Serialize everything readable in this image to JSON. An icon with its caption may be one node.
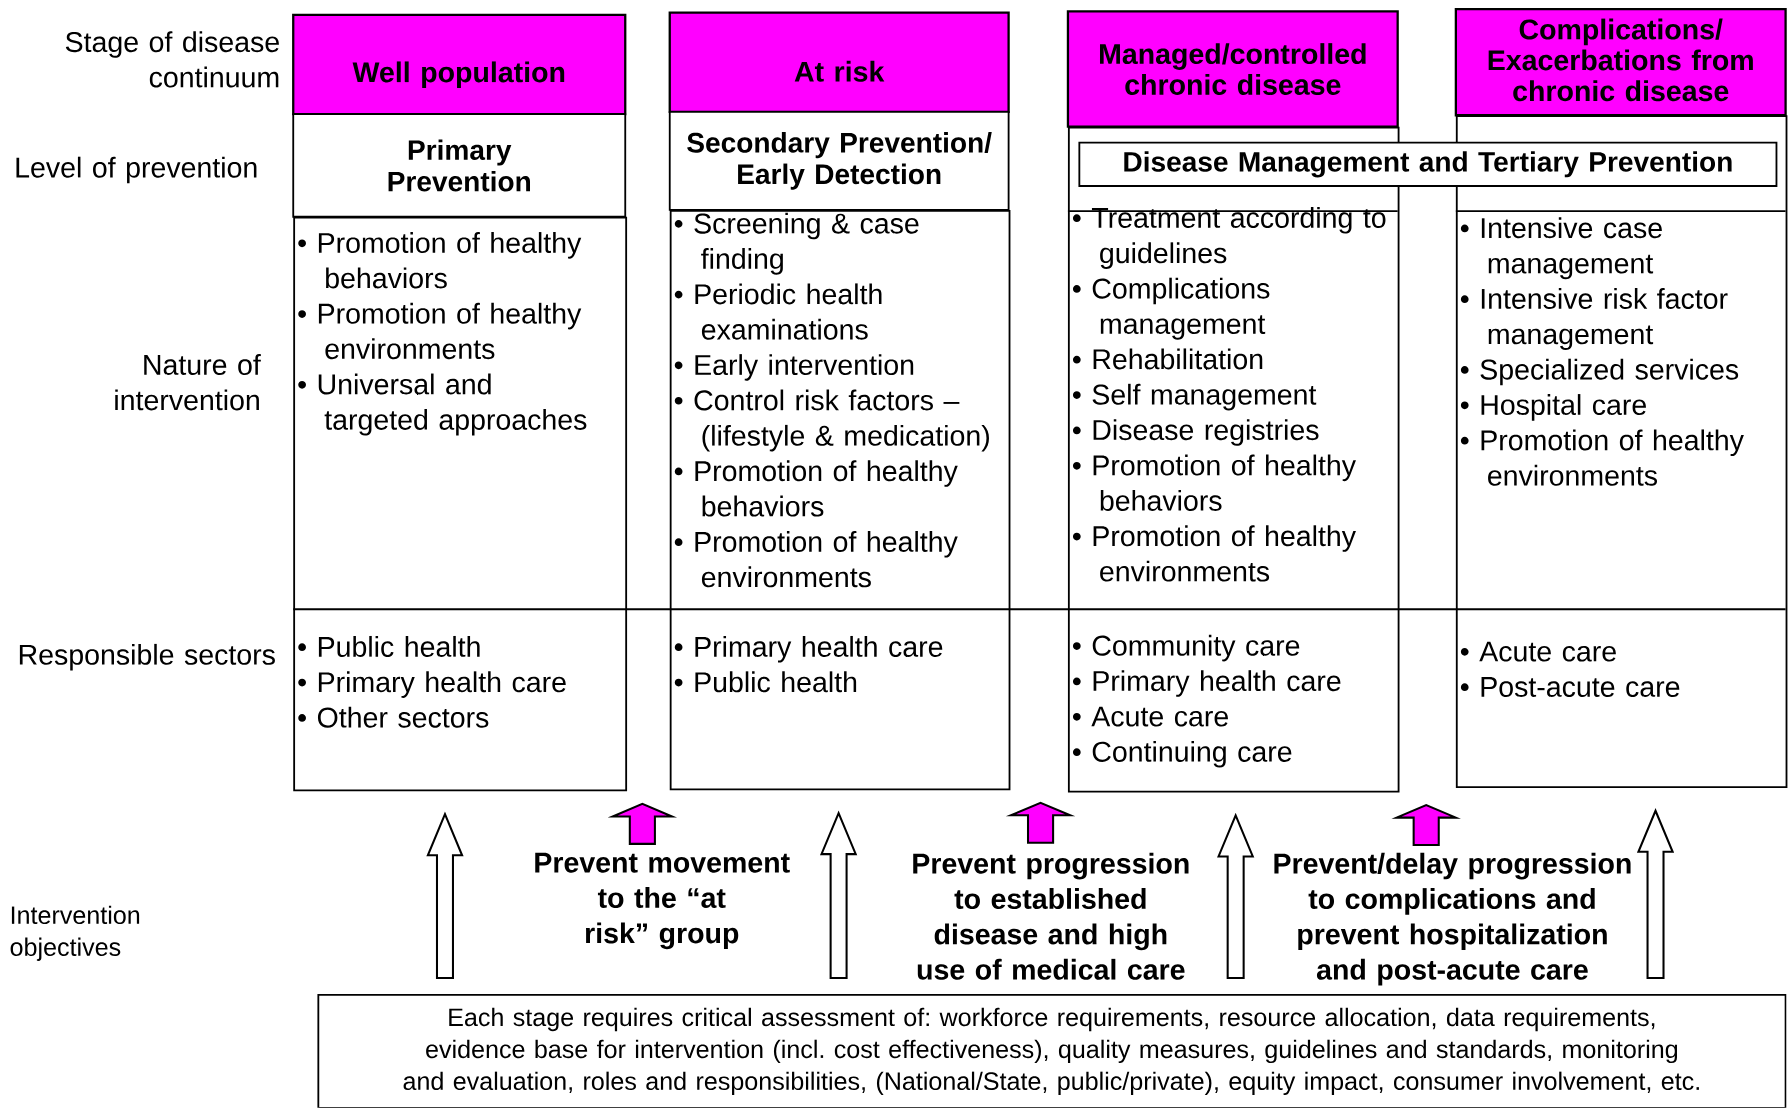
{
  "diagram": {
    "nodes": [
      {
        "text": [
          "Well population"
        ]
      },
      {
        "text": [
          "Primary Prevention"
        ]
      },
      {
        "text": [
          "• Promotion of healthy behaviors",
          "• Promotion of healthy environments",
          "• Universal and targeted approaches",
          "• Public health",
          "• Primary health care",
          "• Other sectors"
        ]
      },
      {
        "text": [
          "At risk"
        ]
      },
      {
        "text": [
          "Secondary Prevention/ Early Detection"
        ]
      },
      {
        "text": [
          "• Screening & case finding",
          "• Periodic health examinations",
          "• Early intervention",
          "• Control risk factors – (lifestyle & medication)",
          "• Promotion of healthy behaviors",
          "• Promotion of healthy environments",
          "• Primary health care",
          "• Public health"
        ]
      },
      {
        "text": [
          "Managed/controlled chronic disease"
        ]
      },
      {
        "text": [
          "Complications/ Exacerbations from chronic disease"
        ]
      },
      {
        "text": [
          "Disease Management and Tertiary Prevention"
        ]
      },
      {
        "text": [
          "• Treatment according to guidelines",
          "• Complications management",
          "• Rehabilitation",
          "• Self management",
          "• Disease registries",
          "• Promotion of healthy behaviors",
          "• Promotion of healthy environments",
          "• Community care",
          "• Primary health care",
          "• Acute care",
          "• Continuing care"
        ]
      },
      {
        "text": [
          "• Intensive case management",
          "• Intensive risk factor management",
          "• Specialized services",
          "• Hospital care",
          "• Promotion of healthy environments",
          "• Acute care",
          "• Post-acute care"
        ]
      },
      {
        "text": [
          "Each stage requires critical assessment of: workforce requirements, resource allocation, data requirements, evidence base for intervention (incl. cost effectiveness), quality measures, guidelines and standards, monitoring and evaluation, roles and responsibilities, (National/State, public/private), equity impact, consumer involvement, etc."
        ]
      }
    ],
    "edges": [
      {
        "from": 11,
        "to": 2,
        "arrow": "to"
      },
      {
        "from": 2,
        "to": 5,
        "arrow": "to",
        "color": "#ff00ff"
      },
      {
        "from": 11,
        "to": 5,
        "arrow": "to"
      },
      {
        "from": 5,
        "to": 9,
        "arrow": "to",
        "color": "#ff00ff"
      },
      {
        "from": 11,
        "to": 9,
        "arrow": "to"
      },
      {
        "from": 9,
        "to": 10,
        "arrow": "to",
        "color": "#ff00ff"
      },
      {
        "from": 11,
        "to": 10,
        "arrow": "to"
      }
    ],
    "labels": [
      "Stage of disease continuum",
      "Level of prevention",
      "Nature of intervention",
      "Responsible sectors",
      "Prevent movement to the “at risk” group",
      "Prevent progression to established disease and high use of medical care",
      "Prevent/delay progression to complications and prevent hospitalization and post-acute care",
      "Intervention objectives"
    ]
  }
}
